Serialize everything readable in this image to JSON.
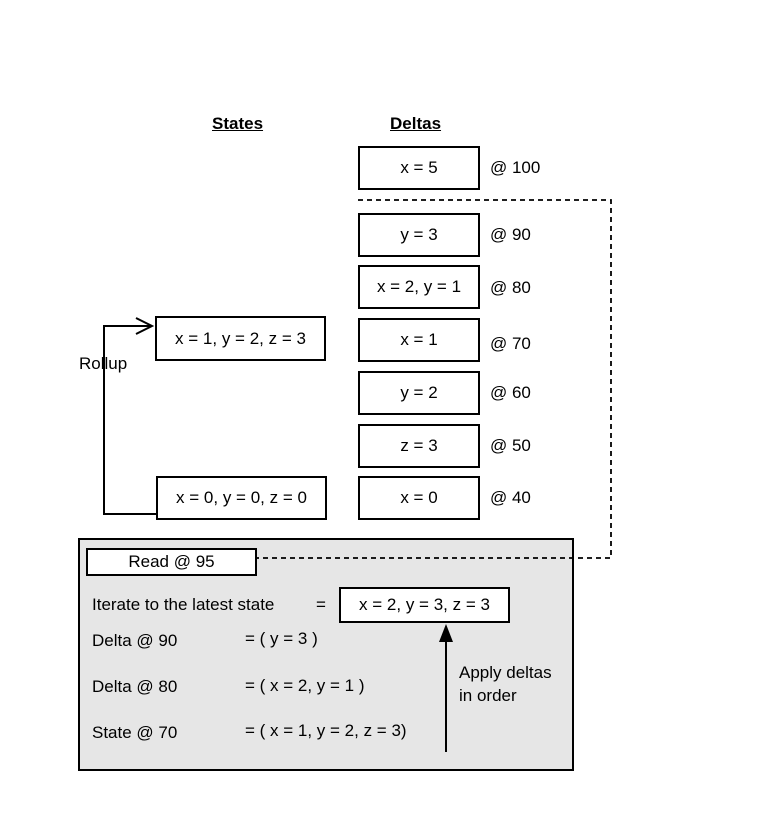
{
  "headers": {
    "states": "States",
    "deltas": "Deltas"
  },
  "deltas": [
    {
      "label": "x = 5",
      "time": "@ 100"
    },
    {
      "label": "y = 3",
      "time": "@ 90"
    },
    {
      "label": "x = 2, y = 1",
      "time": "@ 80"
    },
    {
      "label": "x = 1",
      "time": "@ 70"
    },
    {
      "label": "y = 2",
      "time": "@ 60"
    },
    {
      "label": "z = 3",
      "time": "@ 50"
    },
    {
      "label": "x = 0",
      "time": "@ 40"
    }
  ],
  "states": [
    {
      "label": "x = 1, y = 2, z = 3"
    },
    {
      "label": "x = 0, y = 0, z = 0"
    }
  ],
  "rollup_label": "Rollup",
  "read_panel": {
    "read_label": "Read @ 95",
    "iterate_text": "Iterate to the latest state",
    "equals": "=",
    "result": "x = 2, y = 3, z = 3",
    "rows": [
      {
        "left": "Delta @ 90",
        "right": "= ( y = 3 )"
      },
      {
        "left": "Delta @ 80",
        "right": "= ( x = 2, y = 1 )"
      },
      {
        "left": "State @ 70",
        "right": "= ( x = 1, y = 2, z = 3)"
      }
    ],
    "apply_label_line1": "Apply deltas",
    "apply_label_line2": "in order"
  }
}
